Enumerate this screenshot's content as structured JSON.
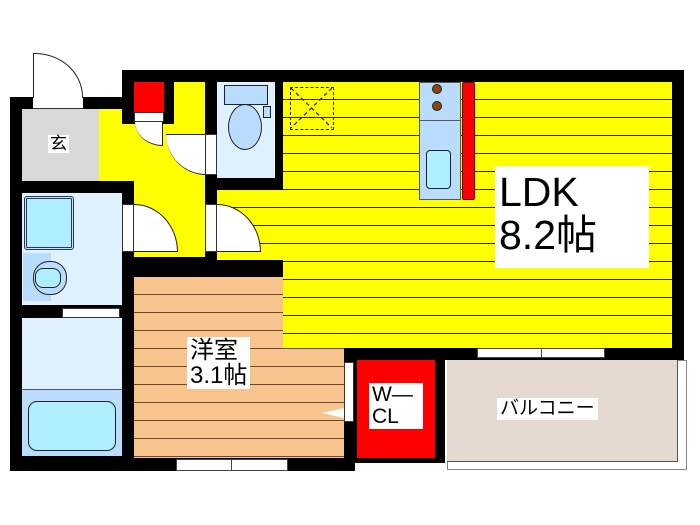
{
  "floorplan": {
    "rooms": {
      "entrance": {
        "label": "玄"
      },
      "ldk": {
        "name": "LDK",
        "size": "8.2帖"
      },
      "western_room": {
        "name": "洋室",
        "size": "3.1帖"
      },
      "walk_in_closet": {
        "line1": "W—",
        "line2": "CL"
      },
      "balcony": {
        "label": "バルコニー"
      }
    },
    "colors": {
      "ldk_floor": "#ffff00",
      "hallway": "#ffff00",
      "western_room_floor": "#f8c48e",
      "wet_area": "#dff0ff",
      "fixture": "#aeeefe",
      "closet": "#ff0000",
      "balcony": "#e4dad2",
      "entrance": "#d9d9d9",
      "wall": "#000000"
    }
  }
}
